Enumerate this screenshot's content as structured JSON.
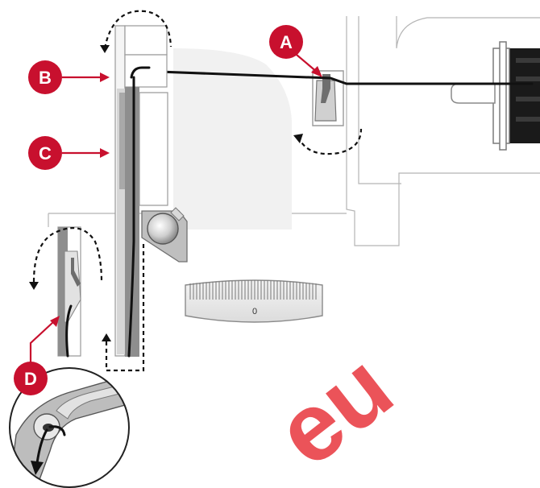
{
  "colors": {
    "accent": "#c8102e",
    "watermark": "#e8363d"
  },
  "callouts": [
    {
      "id": "A",
      "label": "A"
    },
    {
      "id": "B",
      "label": "B"
    },
    {
      "id": "C",
      "label": "C"
    },
    {
      "id": "D",
      "label": "D"
    }
  ],
  "dial": {
    "mark": "0"
  },
  "watermark": {
    "text": "eu"
  }
}
